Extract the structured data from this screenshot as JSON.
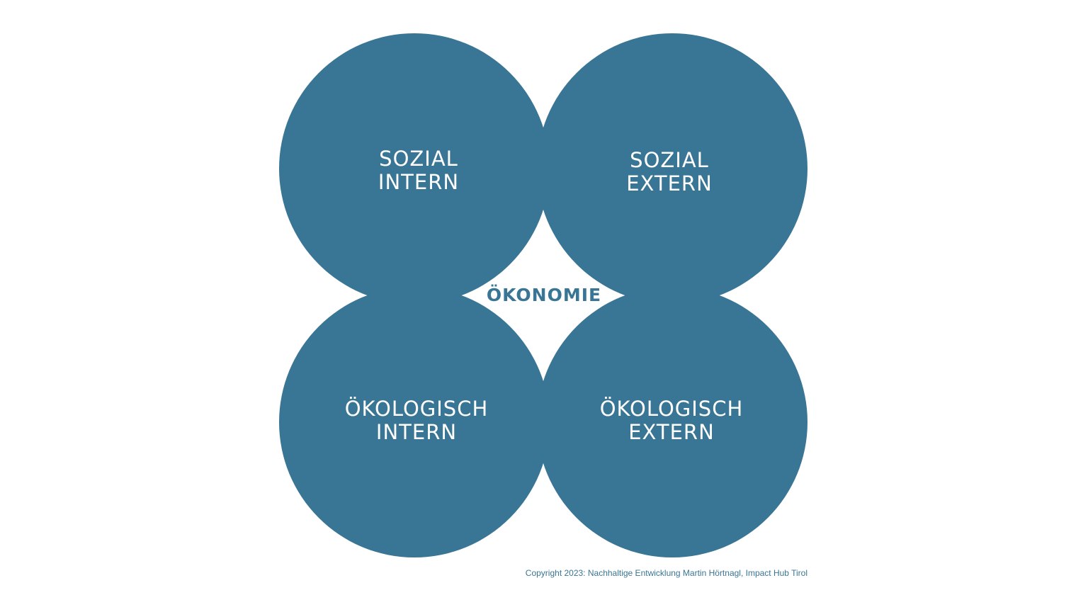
{
  "colors": {
    "circle_fill": "#397594",
    "center_text": "#397594",
    "copyright_text": "#397594",
    "background": "#ffffff"
  },
  "circles": [
    {
      "id": "sozial-intern",
      "line1": "SOZIAL",
      "line2": "INTERN"
    },
    {
      "id": "sozial-extern",
      "line1": "SOZIAL",
      "line2": "EXTERN"
    },
    {
      "id": "oekologisch-intern",
      "line1": "ÖKOLOGISCH",
      "line2": "INTERN"
    },
    {
      "id": "oekologisch-extern",
      "line1": "ÖKOLOGISCH",
      "line2": "EXTERN"
    }
  ],
  "center": {
    "label": "ÖKONOMIE"
  },
  "copyright": "Copyright 2023: Nachhaltige Entwicklung Martin Hörtnagl, Impact Hub Tirol"
}
